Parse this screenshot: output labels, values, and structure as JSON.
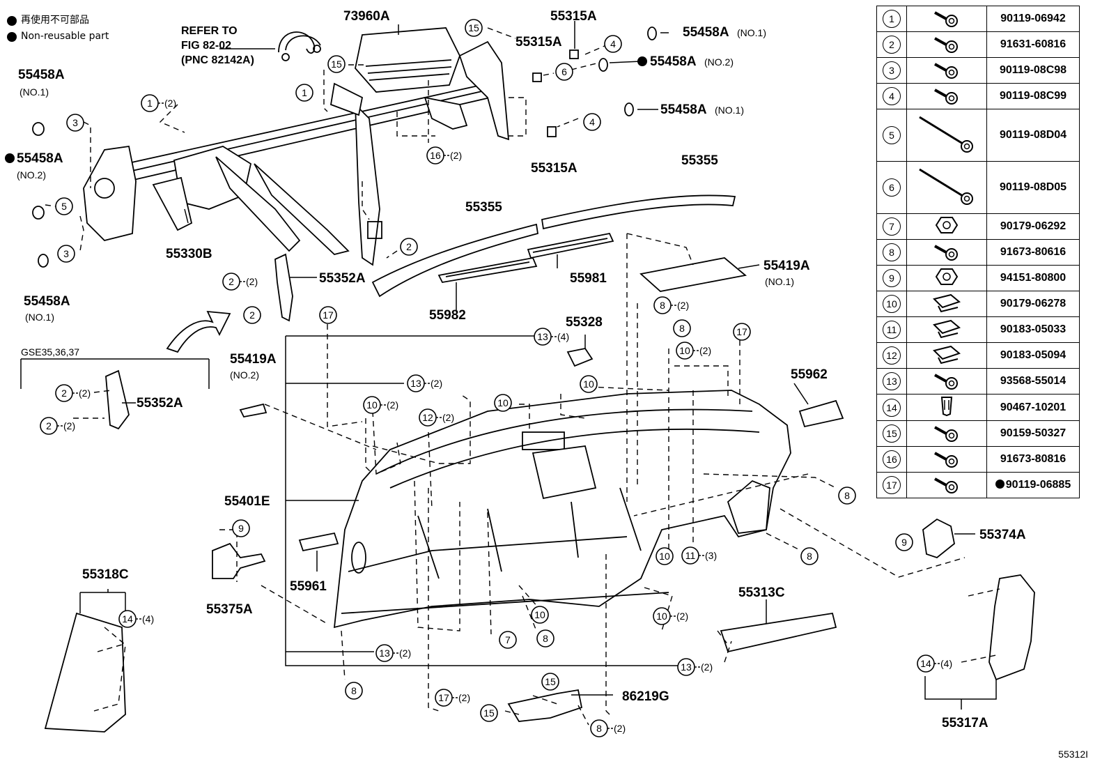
{
  "legend": {
    "jp": "再使用不可部品",
    "en": "Non-reusable part"
  },
  "refer": {
    "line1": "REFER TO",
    "line2": "FIG 82-02",
    "line3": "(PNC 82142A)"
  },
  "variant_label": "GSE35,36,37",
  "drawing_id": "55312I",
  "parts_table": [
    {
      "num": "1",
      "pn": "90119-06942",
      "icon": "bolt-icon",
      "nonreusable": false,
      "tall": false
    },
    {
      "num": "2",
      "pn": "91631-60816",
      "icon": "bolt-icon",
      "nonreusable": false,
      "tall": false
    },
    {
      "num": "3",
      "pn": "90119-08C98",
      "icon": "bolt-icon",
      "nonreusable": false,
      "tall": false
    },
    {
      "num": "4",
      "pn": "90119-08C99",
      "icon": "bolt-icon",
      "nonreusable": false,
      "tall": false
    },
    {
      "num": "5",
      "pn": "90119-08D04",
      "icon": "long-bolt-icon",
      "nonreusable": false,
      "tall": true
    },
    {
      "num": "6",
      "pn": "90119-08D05",
      "icon": "long-bolt-icon",
      "nonreusable": false,
      "tall": true
    },
    {
      "num": "7",
      "pn": "90179-06292",
      "icon": "nut-icon",
      "nonreusable": false,
      "tall": false
    },
    {
      "num": "8",
      "pn": "91673-80616",
      "icon": "bolt-icon",
      "nonreusable": false,
      "tall": false
    },
    {
      "num": "9",
      "pn": "94151-80800",
      "icon": "nut-icon",
      "nonreusable": false,
      "tall": false
    },
    {
      "num": "10",
      "pn": "90179-06278",
      "icon": "clip-nut-icon",
      "nonreusable": false,
      "tall": false
    },
    {
      "num": "11",
      "pn": "90183-05033",
      "icon": "clip-nut-icon",
      "nonreusable": false,
      "tall": false
    },
    {
      "num": "12",
      "pn": "90183-05094",
      "icon": "clip-nut-icon",
      "nonreusable": false,
      "tall": false
    },
    {
      "num": "13",
      "pn": "93568-55014",
      "icon": "bolt-icon",
      "nonreusable": false,
      "tall": false
    },
    {
      "num": "14",
      "pn": "90467-10201",
      "icon": "clip-icon",
      "nonreusable": false,
      "tall": false
    },
    {
      "num": "15",
      "pn": "90159-50327",
      "icon": "bolt-icon",
      "nonreusable": false,
      "tall": false
    },
    {
      "num": "16",
      "pn": "91673-80816",
      "icon": "bolt-icon",
      "nonreusable": false,
      "tall": false
    },
    {
      "num": "17",
      "pn": "90119-06885",
      "icon": "bolt-icon",
      "nonreusable": true,
      "tall": false
    }
  ],
  "parts": {
    "p73960A": "73960A",
    "p55315A": "55315A",
    "p55458A": "55458A",
    "p55330B": "55330B",
    "p55352A": "55352A",
    "p55355": "55355",
    "p55981": "55981",
    "p55982": "55982",
    "p55419A": "55419A",
    "p55328": "55328",
    "p55962": "55962",
    "p55401E": "55401E",
    "p55961": "55961",
    "p55375A": "55375A",
    "p55374A": "55374A",
    "p55318C": "55318C",
    "p55313C": "55313C",
    "p86219G": "86219G",
    "p55317A": "55317A"
  },
  "notes": {
    "no1": "(NO.1)",
    "no2": "(NO.2)"
  },
  "callouts": [
    {
      "num": "15",
      "qty": ""
    },
    {
      "num": "15",
      "qty": ""
    },
    {
      "num": "4",
      "qty": ""
    },
    {
      "num": "6",
      "qty": ""
    },
    {
      "num": "1",
      "qty": ""
    },
    {
      "num": "1",
      "qty": "(2)"
    },
    {
      "num": "3",
      "qty": ""
    },
    {
      "num": "5",
      "qty": ""
    },
    {
      "num": "3",
      "qty": ""
    },
    {
      "num": "16",
      "qty": "(2)"
    },
    {
      "num": "4",
      "qty": ""
    },
    {
      "num": "2",
      "qty": ""
    },
    {
      "num": "2",
      "qty": "(2)"
    },
    {
      "num": "2",
      "qty": ""
    },
    {
      "num": "8",
      "qty": "(2)"
    },
    {
      "num": "8",
      "qty": ""
    },
    {
      "num": "10",
      "qty": "(2)"
    },
    {
      "num": "17",
      "qty": ""
    },
    {
      "num": "17",
      "qty": ""
    },
    {
      "num": "13",
      "qty": "(4)"
    },
    {
      "num": "13",
      "qty": "(2)"
    },
    {
      "num": "10",
      "qty": ""
    },
    {
      "num": "10",
      "qty": ""
    },
    {
      "num": "10",
      "qty": "(2)"
    },
    {
      "num": "12",
      "qty": "(2)"
    },
    {
      "num": "2",
      "qty": "(2)"
    },
    {
      "num": "2",
      "qty": "(2)"
    },
    {
      "num": "8",
      "qty": ""
    },
    {
      "num": "9",
      "qty": ""
    },
    {
      "num": "9",
      "qty": ""
    },
    {
      "num": "10",
      "qty": ""
    },
    {
      "num": "11",
      "qty": "(3)"
    },
    {
      "num": "8",
      "qty": ""
    },
    {
      "num": "10",
      "qty": ""
    },
    {
      "num": "10",
      "qty": "(2)"
    },
    {
      "num": "7",
      "qty": ""
    },
    {
      "num": "8",
      "qty": ""
    },
    {
      "num": "14",
      "qty": "(4)"
    },
    {
      "num": "13",
      "qty": "(2)"
    },
    {
      "num": "13",
      "qty": "(2)"
    },
    {
      "num": "14",
      "qty": "(4)"
    },
    {
      "num": "8",
      "qty": ""
    },
    {
      "num": "17",
      "qty": "(2)"
    },
    {
      "num": "15",
      "qty": ""
    },
    {
      "num": "15",
      "qty": ""
    },
    {
      "num": "8",
      "qty": "(2)"
    }
  ]
}
